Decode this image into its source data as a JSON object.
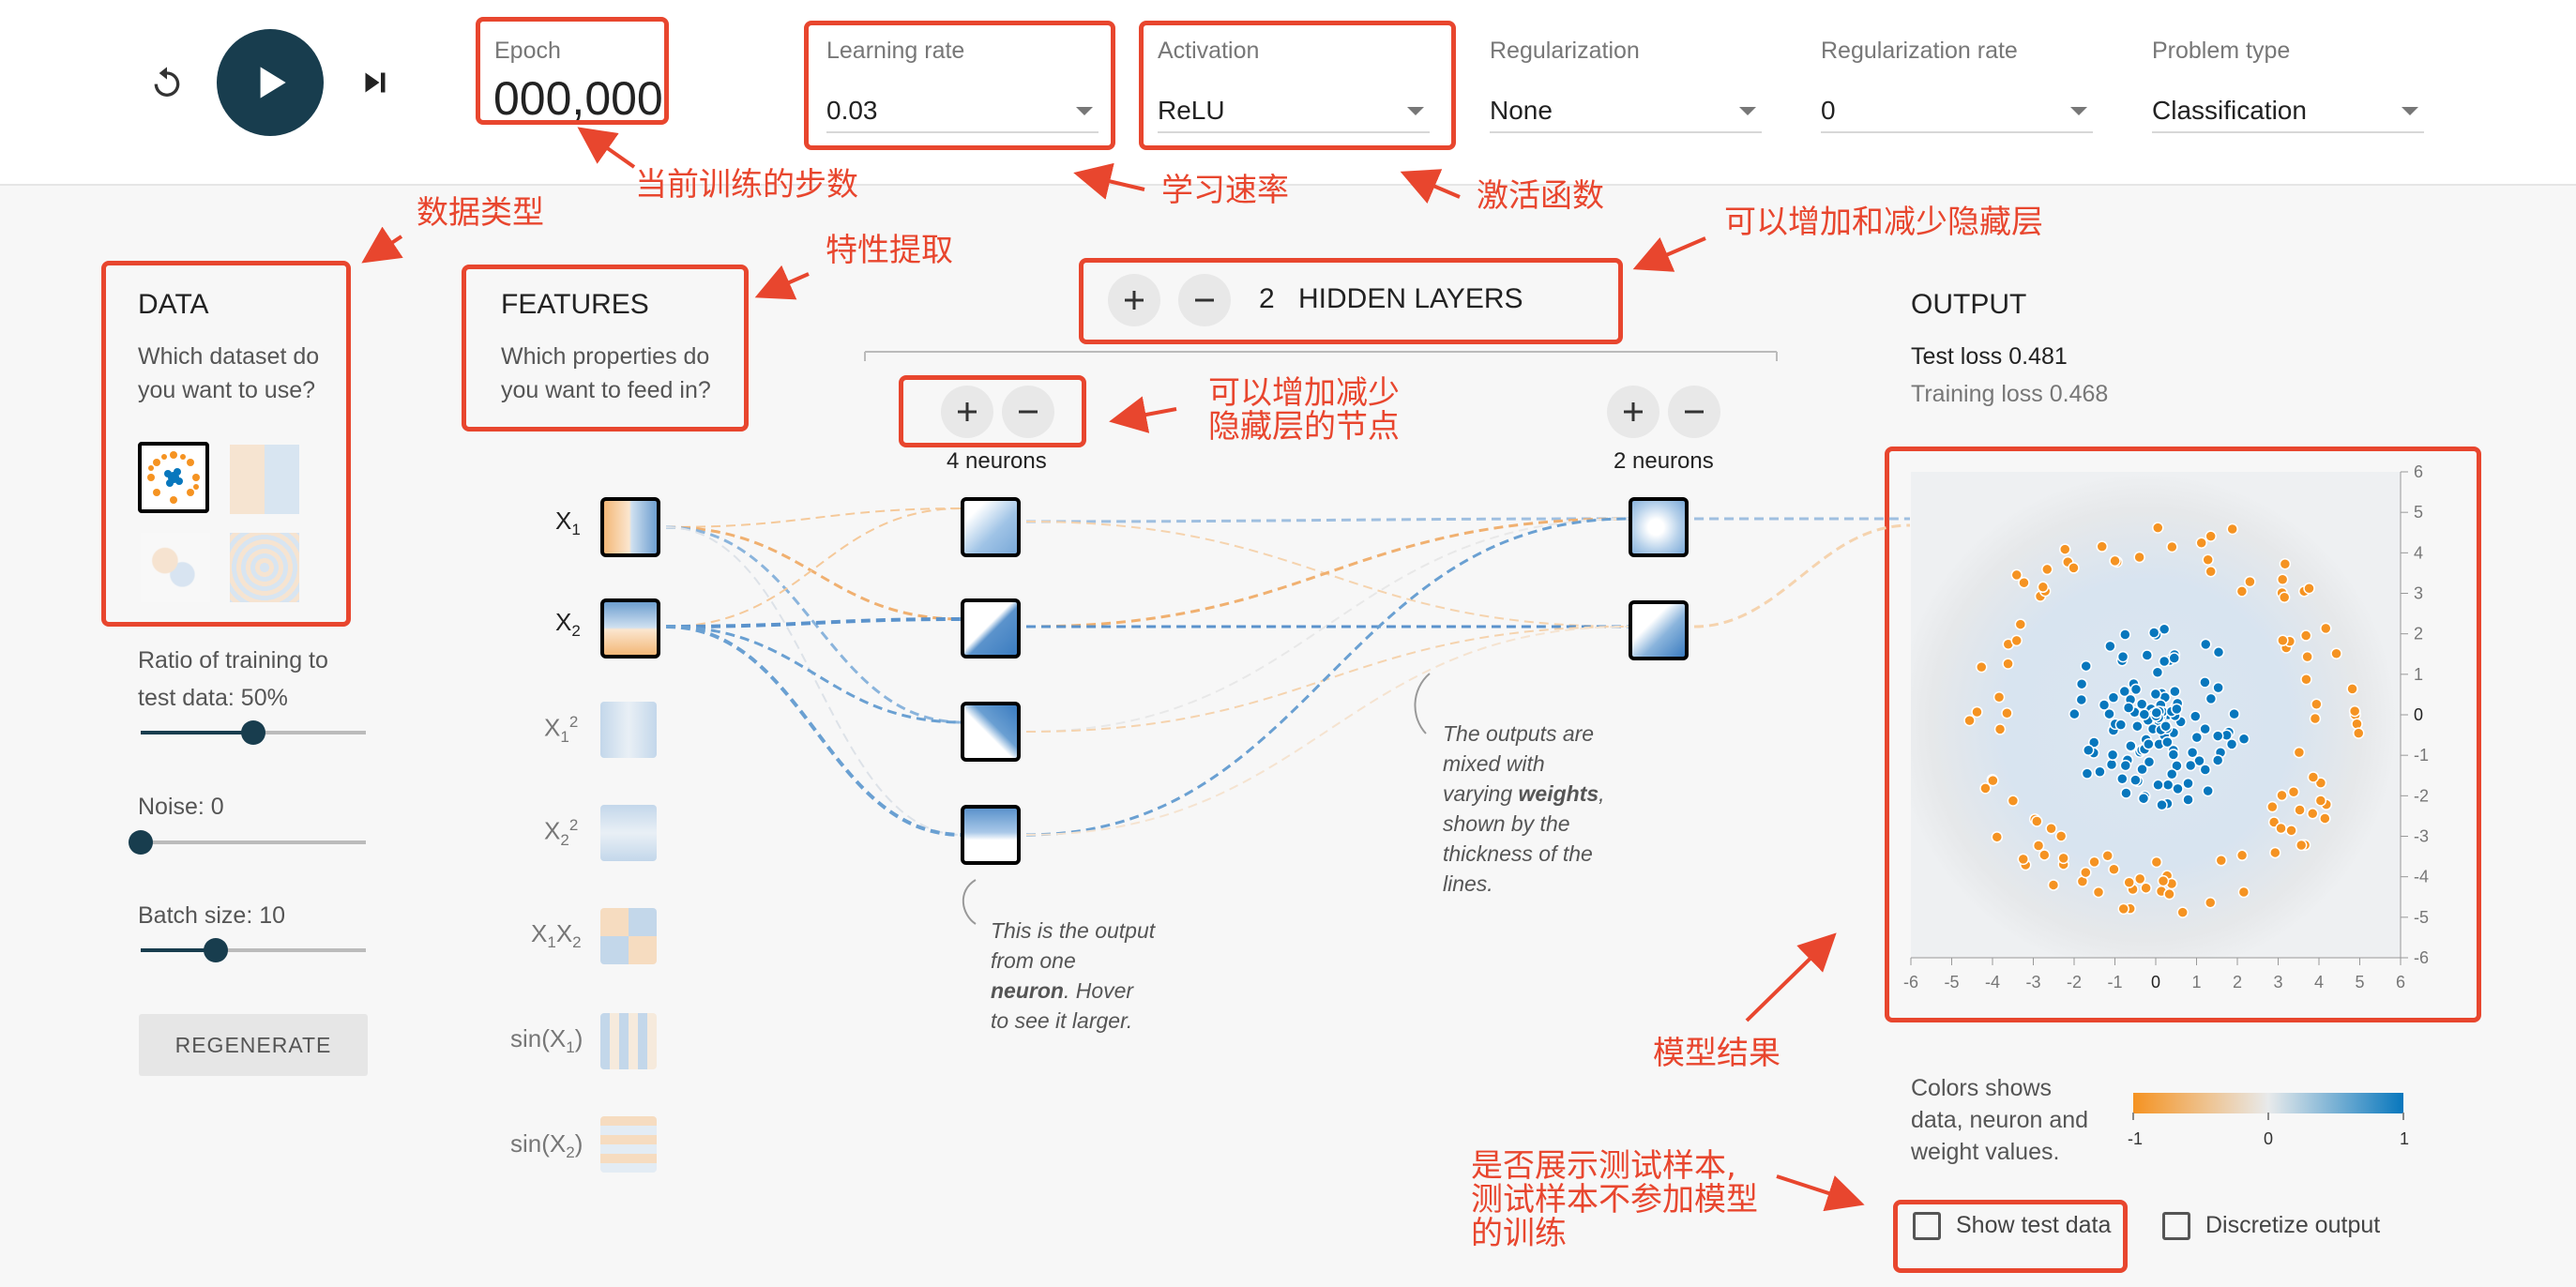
{
  "controls": {
    "reset": "reset-icon",
    "play": "play-icon",
    "step": "step-forward-icon"
  },
  "epoch": {
    "label": "Epoch",
    "value": "000,000"
  },
  "learning_rate": {
    "label": "Learning rate",
    "value": "0.03"
  },
  "activation": {
    "label": "Activation",
    "value": "ReLU"
  },
  "regularization": {
    "label": "Regularization",
    "value": "None"
  },
  "regularization_rate": {
    "label": "Regularization rate",
    "value": "0"
  },
  "problem_type": {
    "label": "Problem type",
    "value": "Classification"
  },
  "data": {
    "title": "DATA",
    "subtitle1": "Which dataset do",
    "subtitle2": "you want to use?",
    "ratio_label1": "Ratio of training to",
    "ratio_label2": "test data:  50%",
    "ratio": 0.5,
    "noise_label": "Noise:  0",
    "noise": 0,
    "batch_label": "Batch size:  10",
    "batch": 10,
    "regenerate": "REGENERATE"
  },
  "features": {
    "title": "FEATURES",
    "subtitle1": "Which properties do",
    "subtitle2": "you want to feed in?"
  },
  "hidden": {
    "count": "2",
    "label": "HIDDEN LAYERS",
    "layer1": "4 neurons",
    "layer2": "2 neurons"
  },
  "notes": {
    "neuron": [
      "This is the output",
      "from one",
      "neuron",
      ". Hover",
      "to see it larger."
    ],
    "weights": [
      "The outputs are",
      "mixed with",
      "varying ",
      "weights",
      ",",
      "shown by the",
      "thickness of the",
      "lines."
    ]
  },
  "output": {
    "title": "OUTPUT",
    "test_loss": "Test loss 0.481",
    "training_loss": "Training loss 0.468",
    "x_ticks": [
      "-6",
      "-5",
      "-4",
      "-3",
      "-2",
      "-1",
      "0",
      "1",
      "2",
      "3",
      "4",
      "5",
      "6"
    ],
    "y_ticks": [
      "6",
      "5",
      "4",
      "3",
      "2",
      "1",
      "0",
      "-1",
      "-2",
      "-3",
      "-4",
      "-5",
      "-6"
    ],
    "legend1": "Colors shows",
    "legend2": "data, neuron and",
    "legend3": "weight values.",
    "scale": [
      "-1",
      "0",
      "1"
    ],
    "show_test": "Show test data",
    "discretize": "Discretize output",
    "colors": {
      "negative": "#f59322",
      "positive": "#0877bd"
    }
  },
  "annotations": {
    "epoch": "当前训练的步数",
    "lr": "学习速率",
    "activation": "激活函数",
    "data": "数据类型",
    "features": "特性提取",
    "layers": "可以增加和减少隐藏层",
    "nodes1": "可以增加减少",
    "nodes2": "隐藏层的节点",
    "result": "模型结果",
    "test1": "是否展示测试样本,",
    "test2": "测试样本不参加模型",
    "test3": "的训练"
  }
}
